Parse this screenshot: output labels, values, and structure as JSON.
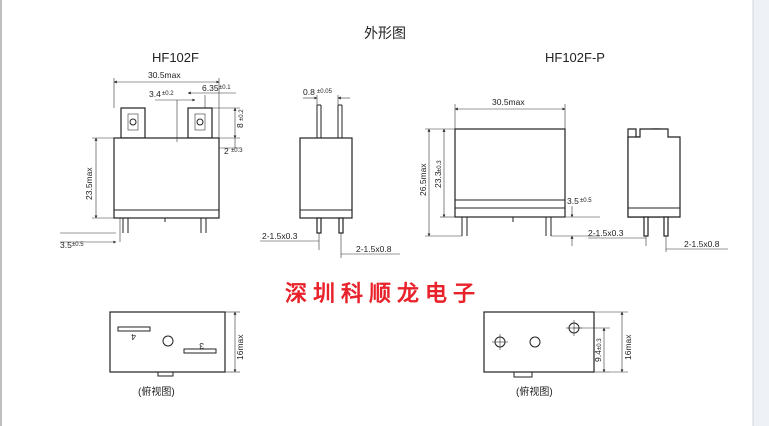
{
  "title": "外形图",
  "models": {
    "left": "HF102F",
    "right": "HF102F-P"
  },
  "watermark": "深圳科顺龙电子",
  "view_label": "(俯视图)",
  "dims": {
    "width_max": "30.5max",
    "d_3_4": "3.4",
    "t_3_4": "±0.2",
    "d_6_35": "6.35",
    "t_6_35": "±0.1",
    "d_8": "8",
    "t_8": "±0.2",
    "d_2": "2",
    "t_2": "±0.3",
    "d_0_8": "0.8",
    "t_0_8": "±0.05",
    "h_23_5max": "23.5max",
    "d_3_5": "3.5",
    "t_3_5": "±0.5",
    "pin_left": "2-1.5x0.3",
    "pin_right": "2-1.5x0.8",
    "h_26_5max": "26.5max",
    "d_23_3": "23.3",
    "t_23_3": "±0.3",
    "h_16max": "16max",
    "d_9_4": "9.4",
    "t_9_4": "±0.3"
  },
  "pin_numbers": {
    "a": "4",
    "b": "3"
  }
}
